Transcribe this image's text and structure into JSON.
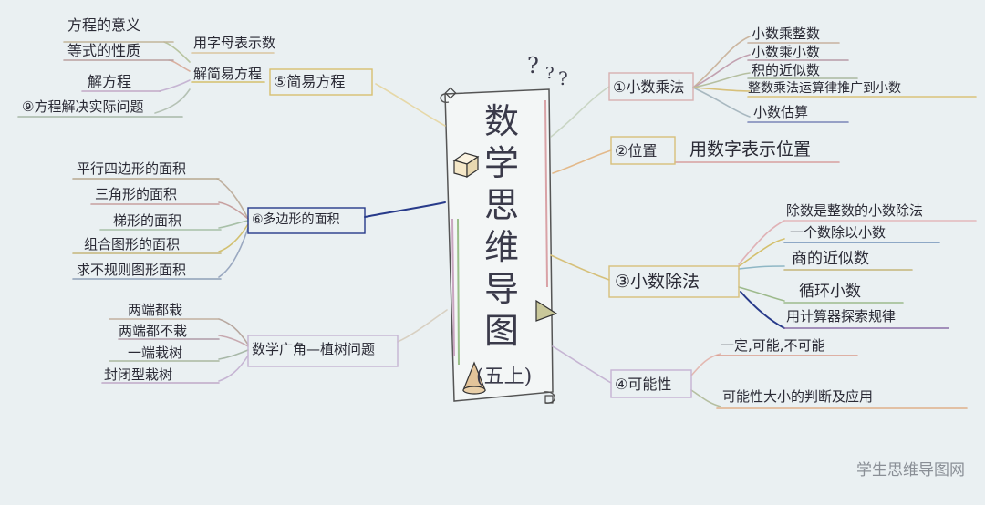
{
  "center": {
    "title_chars": [
      "数",
      "学",
      "思",
      "维",
      "导",
      "图"
    ],
    "subtitle": "(五上)"
  },
  "right": {
    "b1": {
      "label": "①小数乘法",
      "items": [
        "小数乘整数",
        "小数乘小数",
        "积的近似数",
        "整数乘法运算律推广到小数",
        "小数估算"
      ]
    },
    "b2": {
      "label": "②位置",
      "detail": "用数字表示位置"
    },
    "b3": {
      "label": "③小数除法",
      "items": [
        "除数是整数的小数除法",
        "一个数除以小数",
        "商的近似数",
        "循环小数",
        "用计算器探索规律"
      ]
    },
    "b4": {
      "label": "④可能性",
      "items": [
        "一定,可能,不可能",
        "可能性大小的判断及应用"
      ]
    }
  },
  "left": {
    "b5": {
      "label": "⑤简易方程",
      "detail": "用字母表示数",
      "detail2": "解简易方程",
      "items": [
        "方程的意义",
        "等式的性质",
        "解方程",
        "⑨方程解决实际问题"
      ]
    },
    "b6": {
      "label": "⑥多边形的面积",
      "items": [
        "平行四边形的面积",
        "三角形的面积",
        "梯形的面积",
        "组合图形的面积",
        "求不规则图形面积"
      ]
    },
    "b7": {
      "label": "数学广角—植树问题",
      "items": [
        "两端都栽",
        "两端都不栽",
        "一端栽树",
        "封闭型栽树"
      ]
    }
  },
  "watermark": "学生思维导图网"
}
